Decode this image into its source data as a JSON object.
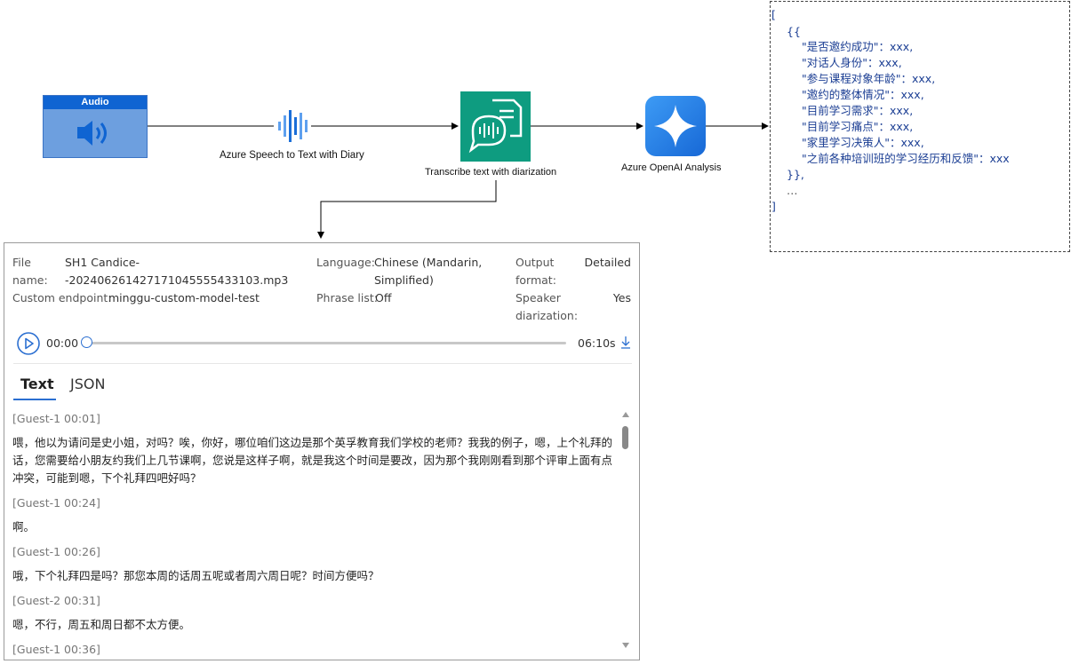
{
  "diagram": {
    "audio": {
      "title": "Audio",
      "icon": "speaker-icon"
    },
    "speech_service": {
      "label": "Azure Speech to Text with Diary",
      "icon": "waveform-icon"
    },
    "transcribe": {
      "label": "Transcribe text with diarization",
      "icon": "speech-document-icon"
    },
    "openai": {
      "label": "Azure OpenAI Analysis",
      "icon": "sparkle-icon"
    },
    "json_output": {
      "lines": [
        "[",
        "{{",
        "\"是否邀约成功\"：xxx,",
        "\"对话人身份\"：xxx,",
        "\"参与课程对象年龄\"：xxx,",
        "\"邀约的整体情况\"：xxx,",
        "\"目前学习需求\"：xxx,",
        "\"目前学习痛点\"：xxx,",
        "\"家里学习决策人\"：xxx,",
        "\"之前各种培训班的学习经历和反馈\"：xxx",
        "}},",
        "…",
        "]"
      ]
    }
  },
  "panel": {
    "file": {
      "label_1": "File",
      "label_2": "name:",
      "value_1": "SH1 Candice-",
      "value_2": "-20240626142717104555543310​3.mp3"
    },
    "language": {
      "label": "Language:",
      "value_1": "Chinese (Mandarin,",
      "value_2": "Simplified)"
    },
    "output_format": {
      "label_1": "Output",
      "label_2": "format:",
      "value": "Detailed"
    },
    "custom_endpoint": {
      "label": "Custom endpoint:",
      "value": "minggu-custom-model-test"
    },
    "phrase_list": {
      "label": "Phrase list:",
      "value": "Off"
    },
    "speaker_diarization": {
      "label_1": "Speaker",
      "label_2": "diarization:",
      "value": "Yes"
    },
    "player": {
      "current_time": "00:00",
      "duration": "06:10s",
      "progress": 0
    },
    "tabs": [
      {
        "label": "Text",
        "active": true
      },
      {
        "label": "JSON",
        "active": false
      }
    ],
    "transcript": [
      {
        "speaker": "[Guest-1 00:01]",
        "text": "喂，他以为请问是史小姐，对吗？唉，你好，哪位咱们这边是那个英孚教育我们学校的老师？我我的例子，嗯，上个礼拜的话，您需要给小朋友约我们上几节课啊，您说是这样子啊，就是我这个时间是要改，因为那个我刚刚看到那个评审上面有点冲突，可能到嗯，下个礼拜四吧好吗？"
      },
      {
        "speaker": "[Guest-1 00:24]",
        "text": "啊。"
      },
      {
        "speaker": "[Guest-1 00:26]",
        "text": "哦，下个礼拜四是吗？那您本周的话周五呢或者周六周日呢？时间方便吗？"
      },
      {
        "speaker": "[Guest-2 00:31]",
        "text": "嗯，不行，周五和周日都不太方便。"
      },
      {
        "speaker": "[Guest-1 00:36]",
        "text": ""
      }
    ]
  }
}
